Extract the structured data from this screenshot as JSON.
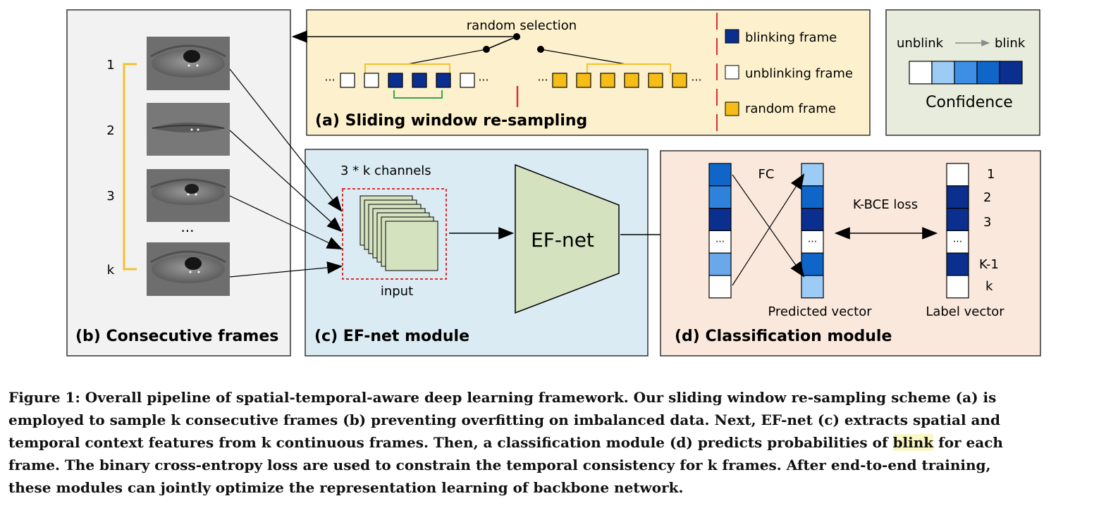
{
  "figure": {
    "panel_a": {
      "title": "(a) Sliding window re-sampling",
      "random_selection_label": "random selection",
      "ellipsis": "···",
      "legend": {
        "blinking": "blinking frame",
        "unblinking": "unblinking frame",
        "random": "random frame"
      }
    },
    "panel_b": {
      "title": "(b) Consecutive frames",
      "frame_labels": [
        "1",
        "2",
        "3",
        "k"
      ],
      "dots": "···"
    },
    "panel_c": {
      "title": "(c) EF-net module",
      "channels_label": "3 * k channels",
      "input_label": "input",
      "net_label": "EF-net"
    },
    "panel_d": {
      "title": "(d) Classification module",
      "fc_label": "FC",
      "loss_label": "K-BCE loss",
      "predicted_label": "Predicted vector",
      "label_vector_label": "Label vector",
      "cell_ellipsis": "···",
      "row_labels": [
        "1",
        "2",
        "3",
        "K-1",
        "k"
      ]
    },
    "confidence": {
      "from": "unblink",
      "to": "blink",
      "title": "Confidence"
    },
    "colors": {
      "blink_dark": "#0a2f8f",
      "blink_mid": "#0f65c8",
      "blink_light": "#9ccbf5",
      "random_orange": "#f6bd16",
      "panel_a_bg": "#fdf1cd",
      "panel_b_bg": "#f2f2f2",
      "panel_c_bg": "#daebf3",
      "panel_d_bg": "#fae8dc",
      "confidence_bg": "#e8ecdc",
      "efnet_fill": "#d5e2bf",
      "bracket_yellow": "#f2c12e",
      "red_dash": "#d93030"
    }
  },
  "caption": {
    "line1": "Figure 1: Overall pipeline of spatial-temporal-aware deep learning framework. Our sliding window re-sampling scheme (a) is",
    "line2": "employed to sample k consecutive frames (b) preventing overfitting on imbalanced data. Next, EF-net (c) extracts spatial and",
    "line3_before": "temporal context features from k continuous frames. Then, a classification module (d) predicts probabilities of ",
    "line3_highlight": "blink",
    "line3_after": " for each",
    "line4": "frame. The binary cross-entropy loss are used to constrain the temporal consistency for k frames. After end-to-end training,",
    "line5": "these modules can jointly optimize the representation learning of backbone network."
  }
}
